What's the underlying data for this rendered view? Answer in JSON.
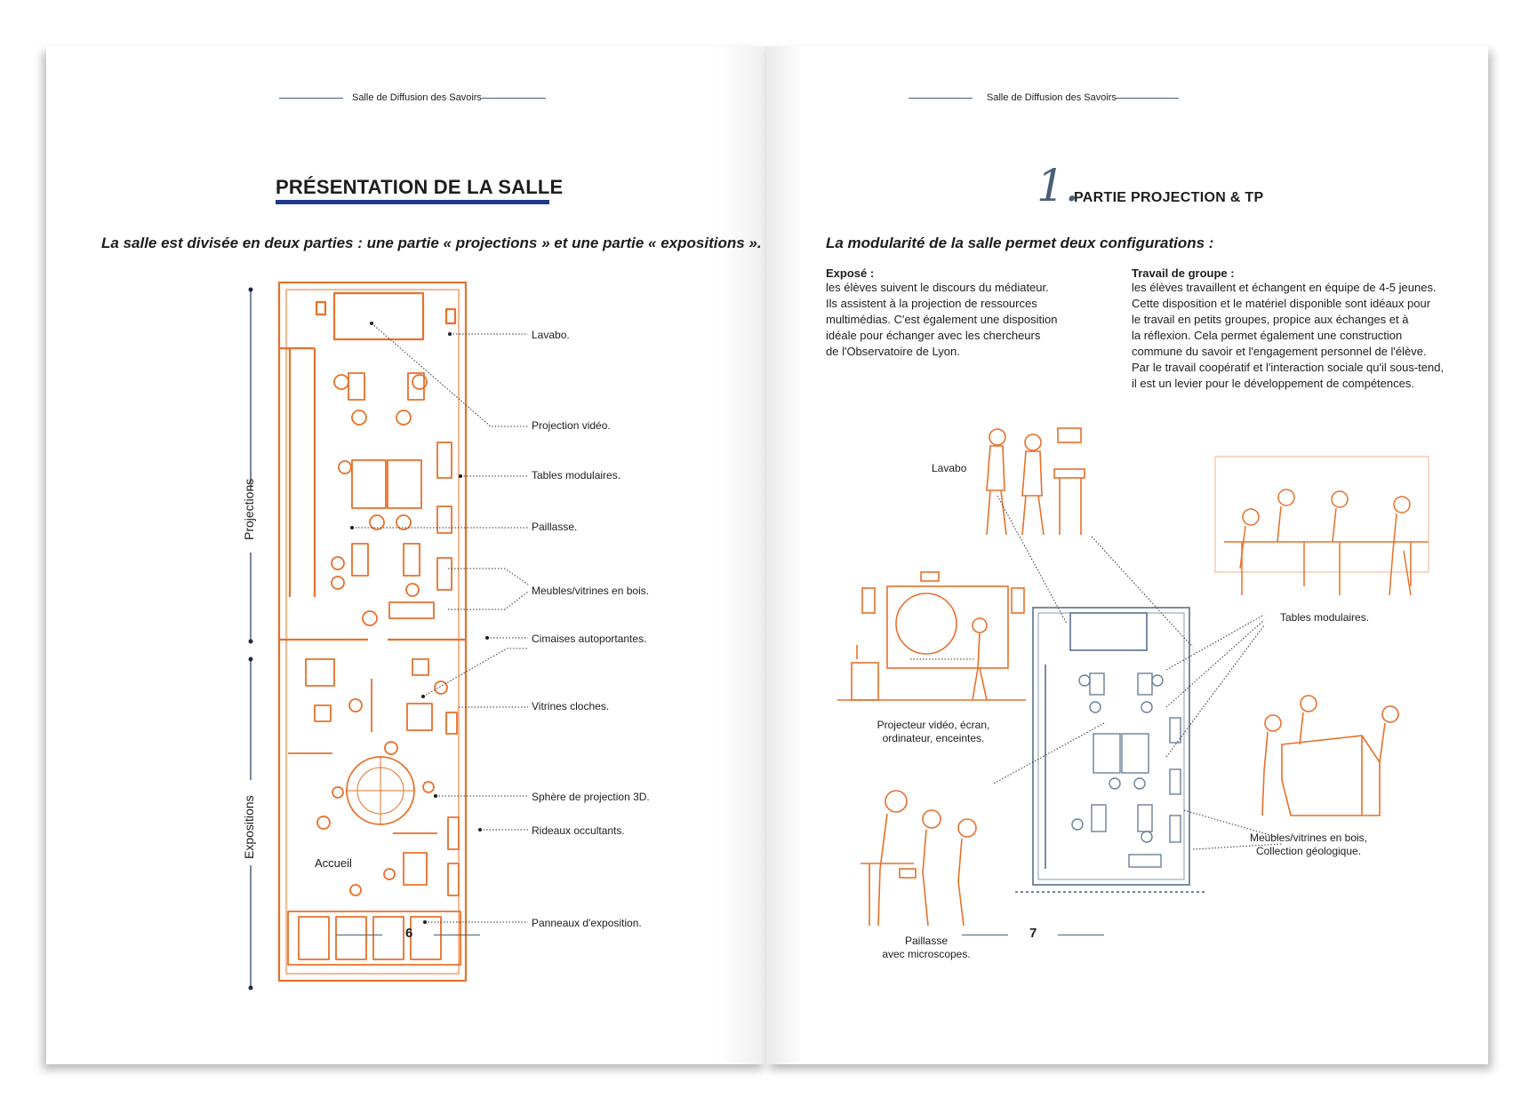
{
  "running_header": "Salle de Diffusion des Savoirs",
  "left_page": {
    "title": "PRÉSENTATION DE LA SALLE",
    "lead": "La salle est divisée en deux parties : une partie « projections » et une partie « expositions ».",
    "section_labels": [
      "Projections",
      "Expositions"
    ],
    "plan_label": "Accueil",
    "callouts": [
      "Lavabo.",
      "Projection vidéo.",
      "Tables modulaires.",
      "Paillasse.",
      "Meubles/vitrines en bois.",
      "Cimaises autoportantes.",
      "Vitrines cloches.",
      "Sphère de projection 3D.",
      "Rideaux occultants.",
      "Panneaux d'exposition."
    ],
    "page_number": "6"
  },
  "right_page": {
    "section_number": "1.",
    "title": "PARTIE PROJECTION & TP",
    "lead": "La modularité de la salle permet deux configurations :",
    "columns": [
      {
        "heading": "Exposé :",
        "lines": [
          "les élèves suivent le discours du médiateur.",
          "Ils assistent à la projection de ressources",
          "multimédias. C'est également une disposition",
          "idéale pour échanger avec les chercheurs",
          "de l'Observatoire de Lyon."
        ]
      },
      {
        "heading": "Travail de groupe :",
        "lines": [
          "les élèves travaillent et échangent en équipe de 4-5 jeunes.",
          "Cette disposition et le matériel disponible sont idéaux pour",
          "le travail en petits groupes, propice aux échanges et à",
          "la réflexion. Cela permet également une construction",
          "commune du savoir et l'engagement personnel de l'élève.",
          "Par le travail coopératif et l'interaction sociale qu'il sous-tend,",
          "il est un levier pour le développement de compétences."
        ]
      }
    ],
    "captions": {
      "lavabo": "Lavabo",
      "tables": "Tables modulaires.",
      "projector_1": "Projecteur vidéo, écran,",
      "projector_2": "ordinateur, enceintes.",
      "furniture_1": "Meubles/vitrines en bois,",
      "furniture_2": "Collection géologique.",
      "bench_1": "Paillasse",
      "bench_2": "avec microscopes."
    },
    "page_number": "7"
  },
  "colors": {
    "orange": "#e8702a",
    "slate": "#6b7f99",
    "title_bar": "#1d3a8f",
    "rule": "#4a5f7a"
  }
}
